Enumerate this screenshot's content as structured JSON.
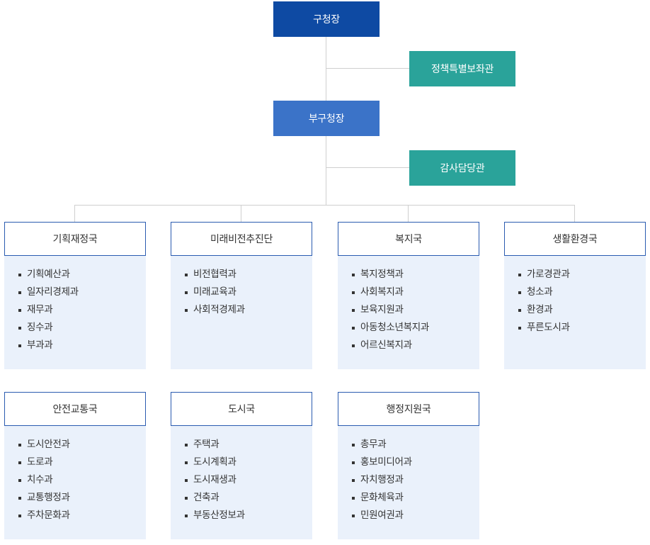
{
  "top": {
    "head": "구청장",
    "special_advisor": "정책특별보좌관",
    "deputy": "부구청장",
    "audit": "감사담당관"
  },
  "departments": [
    {
      "name": "기획재정국",
      "units": [
        "기획예산과",
        "일자리경제과",
        "재무과",
        "징수과",
        "부과과"
      ]
    },
    {
      "name": "미래비전추진단",
      "units": [
        "비전협력과",
        "미래교육과",
        "사회적경제과"
      ]
    },
    {
      "name": "복지국",
      "units": [
        "복지정책과",
        "사회복지과",
        "보육지원과",
        "아동청소년복지과",
        "어르신복지과"
      ]
    },
    {
      "name": "생활환경국",
      "units": [
        "가로경관과",
        "청소과",
        "환경과",
        "푸른도시과"
      ]
    },
    {
      "name": "안전교통국",
      "units": [
        "도시안전과",
        "도로과",
        "치수과",
        "교통행정과",
        "주차문화과"
      ]
    },
    {
      "name": "도시국",
      "units": [
        "주택과",
        "도시계획과",
        "도시재생과",
        "건축과",
        "부동산정보과"
      ]
    },
    {
      "name": "행정지원국",
      "units": [
        "총무과",
        "홍보미디어과",
        "자치행정과",
        "문화체육과",
        "민원여권과"
      ]
    }
  ],
  "colors": {
    "head": "#0e4aa3",
    "deputy": "#3b73c8",
    "staff": "#2aa39a",
    "dept_border": "#2a5bb0",
    "dept_body": "#eaf1fb",
    "connector": "#cfcfcf"
  }
}
